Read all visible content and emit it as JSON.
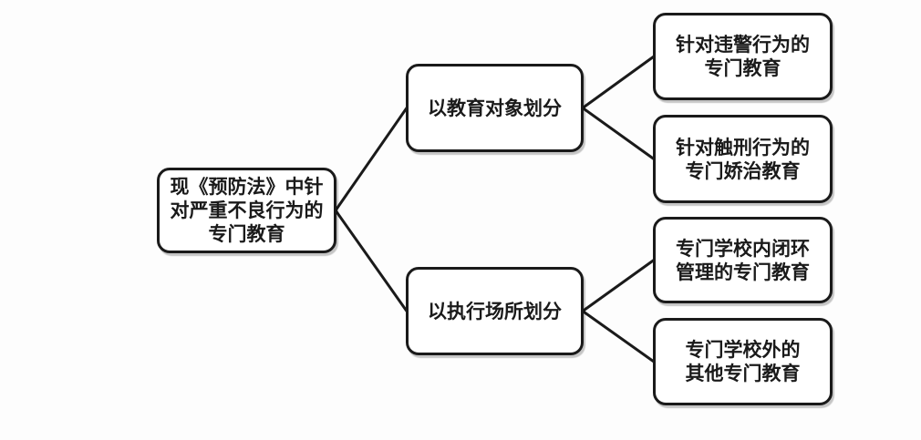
{
  "diagram": {
    "nodes": {
      "root": {
        "lines": [
          "现《预防法》中针",
          "对严重不良行为的",
          "专门教育"
        ]
      },
      "branch_object": {
        "lines": [
          "以教育对象划分"
        ]
      },
      "branch_place": {
        "lines": [
          "以执行场所划分"
        ]
      },
      "leaf_violation": {
        "lines": [
          "针对违警行为的",
          "专门教育"
        ]
      },
      "leaf_criminal": {
        "lines": [
          "针对触刑行为的",
          "专门娇治教育"
        ]
      },
      "leaf_closed": {
        "lines": [
          "专门学校内闭环",
          "管理的专门教育"
        ]
      },
      "leaf_other": {
        "lines": [
          "专门学校外的",
          "其他专门教育"
        ]
      }
    },
    "edges": [
      {
        "from": "root",
        "to": "branch_object"
      },
      {
        "from": "root",
        "to": "branch_place"
      },
      {
        "from": "branch_object",
        "to": "leaf_violation"
      },
      {
        "from": "branch_object",
        "to": "leaf_criminal"
      },
      {
        "from": "branch_place",
        "to": "leaf_closed"
      },
      {
        "from": "branch_place",
        "to": "leaf_other"
      }
    ],
    "connector_stroke_width": 3
  },
  "colors": {
    "background": "#fdfdfd",
    "box_fill": "#ffffff",
    "box_border": "#1a1a1a",
    "connector": "#1a1a1a",
    "text": "#1a1a1a"
  }
}
